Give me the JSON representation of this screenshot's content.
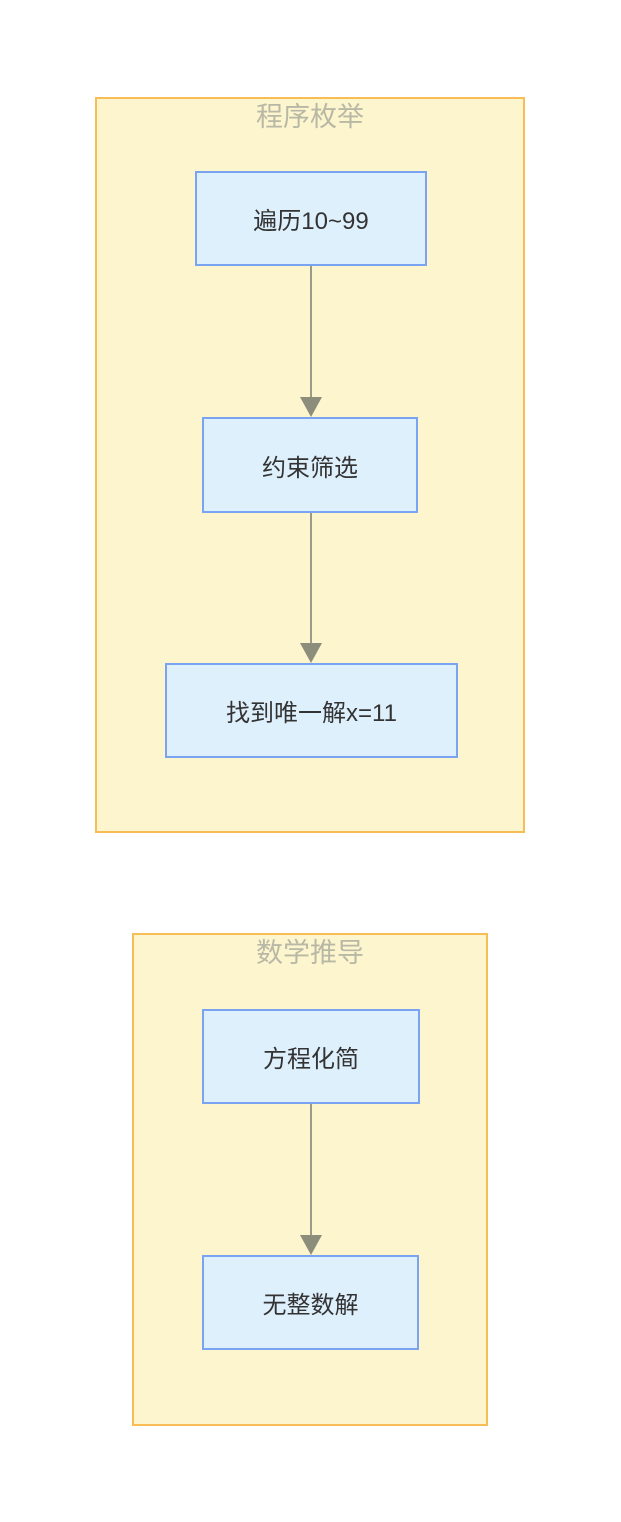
{
  "diagram": {
    "type": "flowchart",
    "direction": "top-down",
    "clusters": [
      {
        "title": "程序枚举",
        "nodes": [
          {
            "label": "遍历10~99"
          },
          {
            "label": "约束筛选"
          },
          {
            "label": "找到唯一解x=11"
          }
        ],
        "edges": [
          {
            "from": "遍历10~99",
            "to": "约束筛选"
          },
          {
            "from": "约束筛选",
            "to": "找到唯一解x=11"
          }
        ]
      },
      {
        "title": "数学推导",
        "nodes": [
          {
            "label": "方程化简"
          },
          {
            "label": "无整数解"
          }
        ],
        "edges": [
          {
            "from": "方程化简",
            "to": "无整数解"
          }
        ]
      }
    ],
    "colors": {
      "page_background": "#FFFFFF",
      "cluster_fill": "#FDF5CD",
      "cluster_border": "#F9BD56",
      "cluster_title_text": "#B8B8A6",
      "node_fill": "#DFF0FD",
      "node_border": "#7AA4F2",
      "node_text": "#333333",
      "edge": "#9A9A8A",
      "edge_head": "#8D8D7B"
    }
  }
}
